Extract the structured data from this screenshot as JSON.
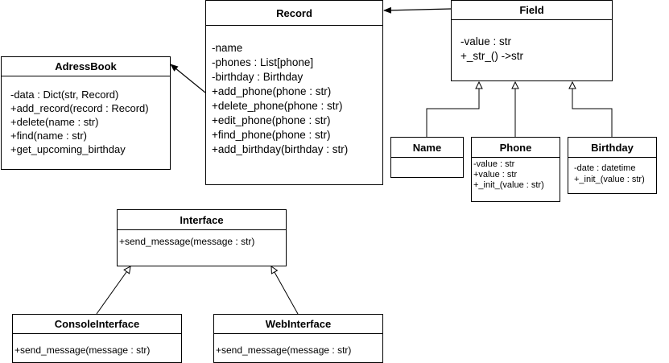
{
  "classes": {
    "record": {
      "name": "Record",
      "members": [
        "-name",
        "-phones : List[phone]",
        "-birthday : Birthday",
        "+add_phone(phone : str)",
        "+delete_phone(phone : str)",
        "+edit_phone(phone : str)",
        "+find_phone(phone : str)",
        "+add_birthday(birthday : str)"
      ]
    },
    "field": {
      "name": "Field",
      "members": [
        "-value : str",
        "+_str_() ->str"
      ]
    },
    "adressbook": {
      "name": "AdressBook",
      "members": [
        "-data : Dict(str, Record)",
        "+add_record(record : Record)",
        "+delete(name : str)",
        "+find(name : str)",
        "+get_upcoming_birthday"
      ]
    },
    "name": {
      "name": "Name",
      "members": []
    },
    "phone": {
      "name": "Phone",
      "members": [
        "-value : str",
        "+value : str",
        "+_init_(value : str)"
      ]
    },
    "birthday": {
      "name": "Birthday",
      "members": [
        "-date : datetime",
        "+_init_(value : str)"
      ]
    },
    "interface": {
      "name": "Interface",
      "members": [
        "+send_message(message : str)"
      ]
    },
    "console": {
      "name": "ConsoleInterface",
      "members": [
        "+send_message(message : str)"
      ]
    },
    "web": {
      "name": "WebInterface",
      "members": [
        "+send_message(message : str)"
      ]
    }
  }
}
